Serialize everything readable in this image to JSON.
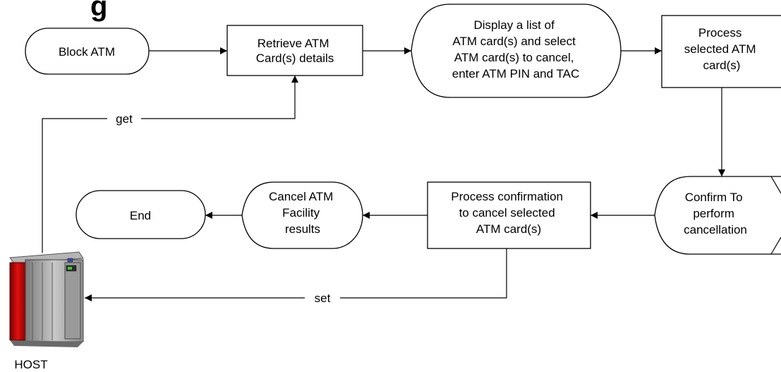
{
  "diagram": {
    "title_fragment": "g",
    "nodes": {
      "block_atm": [
        "Block ATM"
      ],
      "retrieve": [
        "Retrieve ATM",
        "Card(s) details"
      ],
      "display": [
        "Display a list of",
        "ATM card(s) and select",
        "ATM card(s) to cancel,",
        "enter ATM PIN and TAC"
      ],
      "process_selected": [
        "Process",
        "selected ATM",
        "card(s)"
      ],
      "confirm": [
        "Confirm To",
        "perform",
        "cancellation"
      ],
      "process_confirmation": [
        "Process confirmation",
        "to cancel selected",
        "ATM card(s)"
      ],
      "cancel_results": [
        "Cancel ATM",
        "Facility",
        "results"
      ],
      "end": [
        "End"
      ],
      "host": [
        "HOST"
      ]
    },
    "edge_labels": {
      "get": "get",
      "set": "set"
    }
  }
}
